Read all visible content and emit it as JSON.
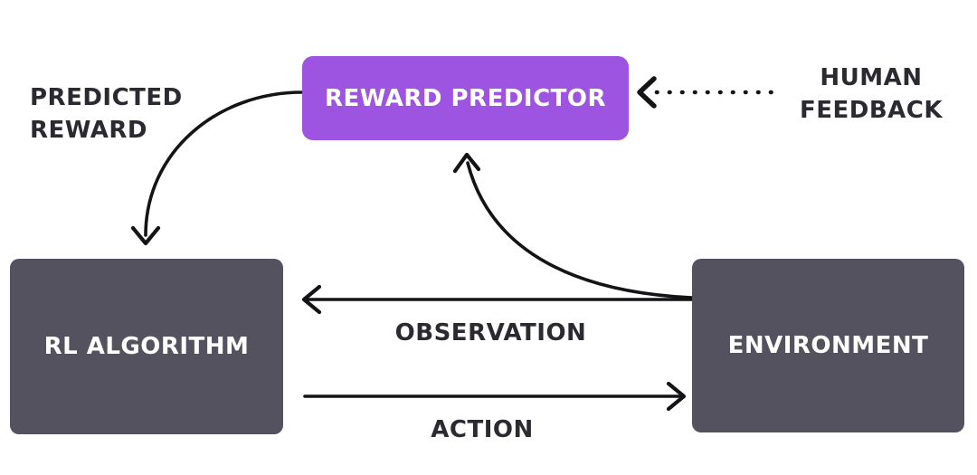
{
  "diagram": {
    "nodes": {
      "reward_predictor": {
        "label": "REWARD PREDICTOR",
        "color": "#9d54e0",
        "text_color": "#ffffff"
      },
      "rl_algorithm": {
        "label": "RL ALGORITHM",
        "color": "#55525f",
        "text_color": "#ffffff"
      },
      "environment": {
        "label": "ENVIRONMENT",
        "color": "#55525f",
        "text_color": "#ffffff"
      }
    },
    "labels": {
      "predicted_reward": {
        "line1": "PREDICTED",
        "line2": "REWARD"
      },
      "human_feedback": {
        "line1": "HUMAN",
        "line2": "FEEDBACK"
      },
      "observation": "OBSERVATION",
      "action": "ACTION"
    },
    "edges": [
      {
        "name": "predicted-reward-arrow",
        "from": "REWARD PREDICTOR",
        "to": "RL ALGORITHM",
        "style": "solid-curved",
        "label": "PREDICTED REWARD"
      },
      {
        "name": "human-feedback-arrow",
        "from": "HUMAN FEEDBACK",
        "to": "REWARD PREDICTOR",
        "style": "dotted",
        "label": "HUMAN FEEDBACK"
      },
      {
        "name": "environment-to-reward-predictor-arrow",
        "from": "ENVIRONMENT",
        "to": "REWARD PREDICTOR",
        "style": "solid-curved",
        "label": ""
      },
      {
        "name": "observation-arrow",
        "from": "ENVIRONMENT",
        "to": "RL ALGORITHM",
        "style": "solid-straight",
        "label": "OBSERVATION"
      },
      {
        "name": "action-arrow",
        "from": "RL ALGORITHM",
        "to": "ENVIRONMENT",
        "style": "solid-straight",
        "label": "ACTION"
      }
    ],
    "colors": {
      "background": "#ffffff",
      "accent_purple": "#9d54e0",
      "box_dark": "#55525f",
      "label_text": "#2b2a30",
      "arrow": "#141316"
    }
  }
}
